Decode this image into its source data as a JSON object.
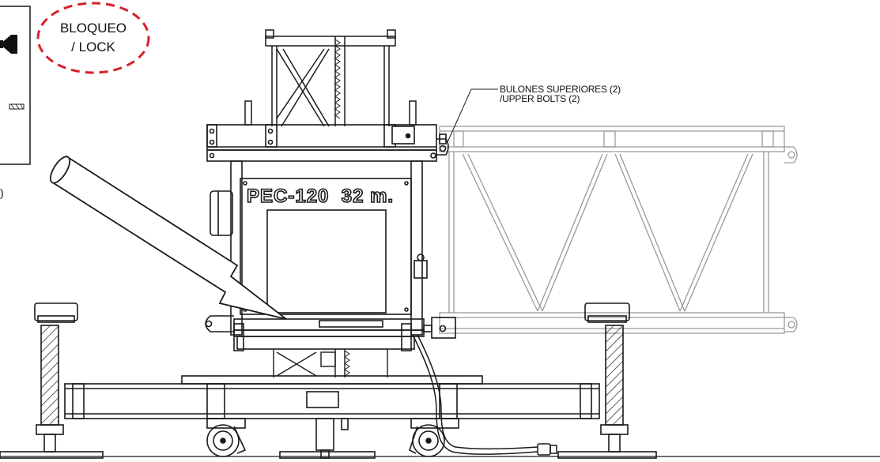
{
  "labels": {
    "lock_line1": "BLOQUEO",
    "lock_line2": "/ LOCK",
    "bolts_line1": "BULONES SUPERIORES (2)",
    "bolts_line2": "/UPPER BOLTS (2)",
    "machine_plate": "PEC-120  32 m.",
    "left_fragment": ")"
  },
  "colors": {
    "line": "#1a1a1a",
    "ghost_line": "#9a9a9a",
    "callout_dash": "#d9202a",
    "background": "#ffffff"
  }
}
